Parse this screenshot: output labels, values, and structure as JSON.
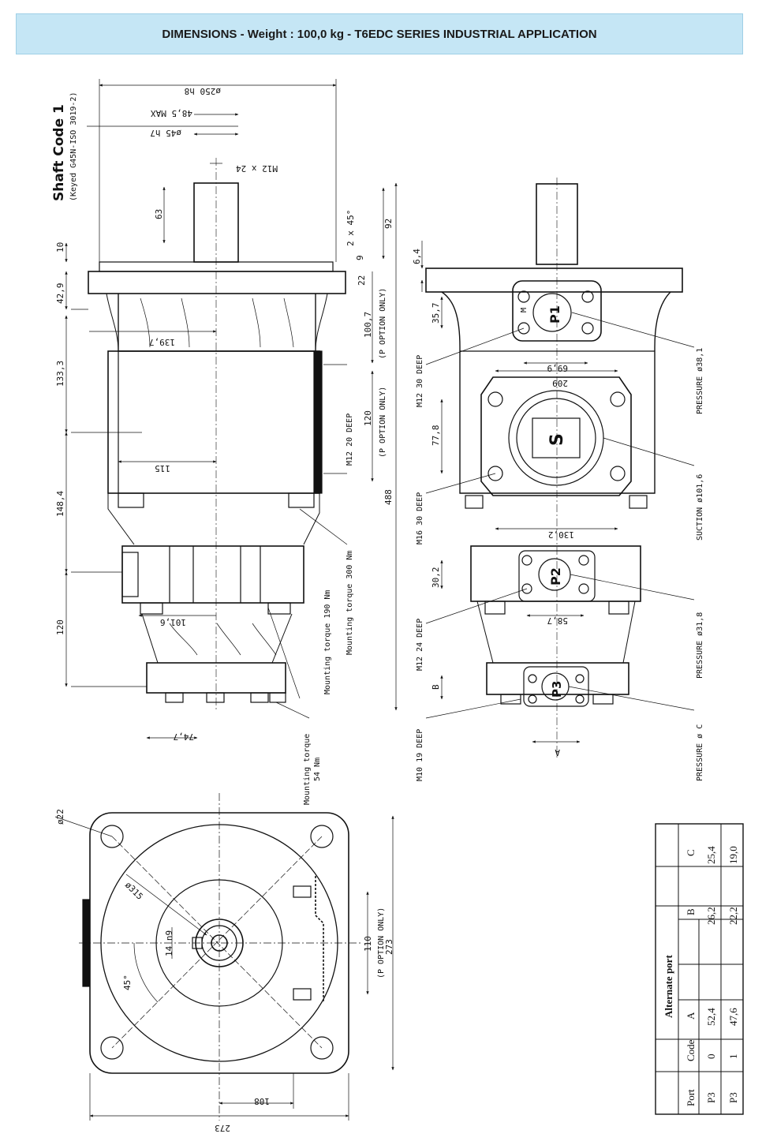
{
  "header": {
    "title": "DIMENSIONS - Weight : 100,0 kg - T6EDC SERIES INDUSTRIAL APPLICATION"
  },
  "side_view": {
    "shaft_title": "Shaft Code 1",
    "shaft_subtitle": "(Keyed G45N-ISO 3019-2)",
    "dims": {
      "d250": "ø250 h8",
      "max485": "48,5 MAX",
      "d45": "ø45 h7",
      "m12x24": "M12 x 24",
      "d63": "63",
      "chamfer": "2 x 45°",
      "d92": "92",
      "d10": "10",
      "d9": "9",
      "d22": "22",
      "d429": "42,9",
      "d1007": "100,7",
      "p_opt1": "(P OPTION ONLY)",
      "d1397": "139,7",
      "d1333": "133,3",
      "m12_20": "M12 20 DEEP",
      "d120box": "120",
      "p_opt2": "(P OPTION ONLY)",
      "d115": "115",
      "d488": "488",
      "d1484": "148,4",
      "torque300": "Mounting torque 300 Nm",
      "torque190": "Mounting torque 190 Nm",
      "d1016": "101,6",
      "d120": "120",
      "d747": "74,7",
      "torque54a": "Mounting torque",
      "torque54b": "54 Nm"
    }
  },
  "front_view": {
    "ports": {
      "p1": "P1",
      "s": "S",
      "p2": "P2",
      "p3": "P3",
      "m": "M"
    },
    "dims": {
      "d64": "6,4",
      "d357": "35,7",
      "d699": "69,9",
      "m12_30": "M12 30 DEEP",
      "d209": "209",
      "d778": "77,8",
      "m16_30": "M16 30 DEEP",
      "d1302": "130,2",
      "d302": "30,2",
      "d587": "58,7",
      "m12_24": "M12 24 DEEP",
      "dB": "B",
      "dA": "A",
      "m10_19": "M10 19 DEEP"
    },
    "callouts": {
      "pressure1": "PRESSURE ø38,1",
      "suction": "SUCTION ø101,6",
      "pressure2": "PRESSURE ø31,8",
      "pressureC": "PRESSURE ø C"
    }
  },
  "flange_view": {
    "dims": {
      "d22": "ø22",
      "d315": "ø315",
      "d14": "14 n9",
      "d45deg": "45°",
      "d110box": "110",
      "p_opt": "(P OPTION ONLY)",
      "d273v": "273",
      "d108box": "108",
      "d273h": "273"
    }
  },
  "table": {
    "title": "Alternate port",
    "headers": [
      "Port",
      "Code",
      "A",
      "B",
      "C"
    ],
    "rows": [
      [
        "P3",
        "0",
        "52,4",
        "26,2",
        "25,4"
      ],
      [
        "P3",
        "1",
        "47,6",
        "22,2",
        "19,0"
      ]
    ]
  }
}
